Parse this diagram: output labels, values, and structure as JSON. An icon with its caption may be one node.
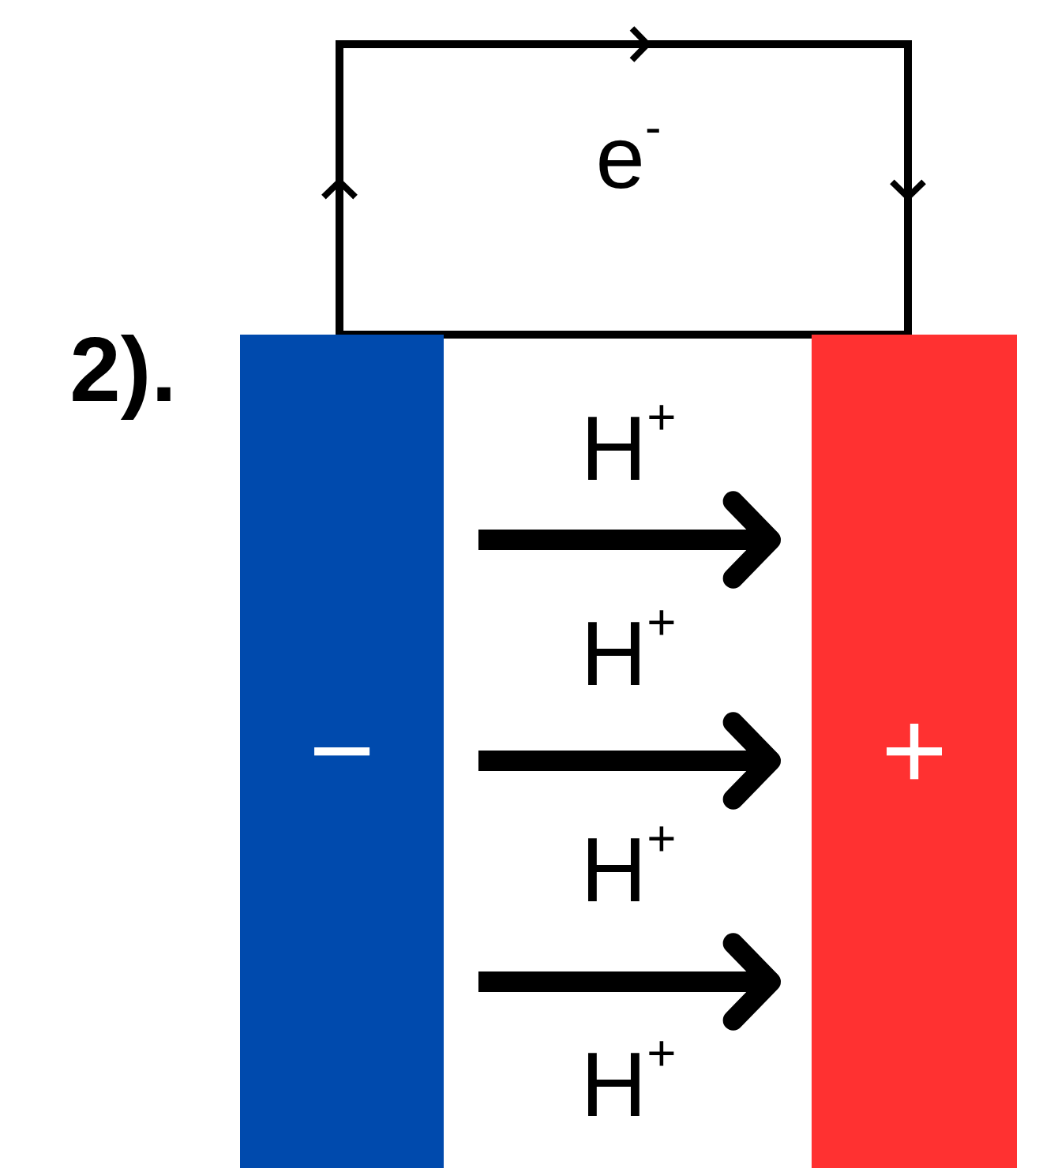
{
  "diagram": {
    "nodes": [
      {
        "text": [
          "−"
        ]
      },
      {
        "text": [
          "+"
        ]
      }
    ],
    "edges": [
      {
        "from": 0,
        "to": 1,
        "arrow": "to",
        "label": "e$^{-}$"
      },
      {
        "from": 0,
        "to": 1,
        "arrow": "to"
      },
      {
        "from": 0,
        "to": 1,
        "arrow": "to"
      },
      {
        "from": 0,
        "to": 1,
        "arrow": "to"
      }
    ],
    "labels": [
      "2).",
      "H$^{+}$",
      "H$^{+}$",
      "H$^{+}$",
      "H$^{+}$"
    ]
  }
}
